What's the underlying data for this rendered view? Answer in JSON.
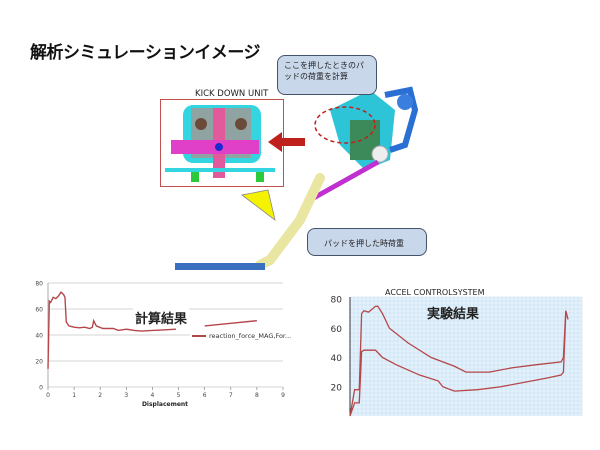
{
  "slide_title": "解析シミュレーションイメージ",
  "diagram": {
    "unit_label": "KICK DOWN UNIT",
    "callout_top": "ここを押したときのパッドの荷重を計算",
    "callout_bottom": "パッドを押した時荷重"
  },
  "colors": {
    "curve": "#b5474a",
    "callout_fill": "#c9d7ea",
    "unit_border": "#c0504d",
    "arrow_red": "#c0201c",
    "arrow_yellow": "#f5f200"
  },
  "chart_data": [
    {
      "type": "line",
      "title": "計算結果",
      "xlabel": "Displacement",
      "ylabel": "",
      "xlim": [
        0,
        9
      ],
      "ylim": [
        0,
        80
      ],
      "xticks": [
        "0",
        "1",
        "2",
        "3",
        "4",
        "5",
        "6",
        "7",
        "8",
        "9"
      ],
      "yticks": [
        "0",
        "20",
        "40",
        "60",
        "80"
      ],
      "grid": "horizontal",
      "legend": "right",
      "series": [
        {
          "name": "reaction_force_MAG,For...",
          "segments": [
            [
              [
                0,
                14
              ],
              [
                0.05,
                66
              ],
              [
                0.1,
                65
              ],
              [
                0.2,
                69
              ],
              [
                0.3,
                68
              ],
              [
                0.4,
                70
              ],
              [
                0.5,
                73
              ],
              [
                0.6,
                71
              ],
              [
                0.65,
                69
              ],
              [
                0.7,
                50
              ],
              [
                0.8,
                47
              ],
              [
                1,
                46
              ],
              [
                1.2,
                45.5
              ],
              [
                1.4,
                46
              ],
              [
                1.6,
                45
              ],
              [
                1.7,
                46
              ],
              [
                1.75,
                51
              ],
              [
                1.85,
                47
              ],
              [
                2.1,
                45
              ],
              [
                2.5,
                45
              ],
              [
                2.7,
                43.5
              ],
              [
                3,
                44.5
              ],
              [
                3.3,
                43.5
              ],
              [
                3.6,
                43
              ],
              [
                4,
                43.5
              ],
              [
                4.5,
                44
              ],
              [
                4.9,
                44.5
              ]
            ],
            [
              [
                6,
                47
              ],
              [
                7,
                49
              ],
              [
                8,
                51
              ]
            ]
          ]
        }
      ]
    },
    {
      "type": "line",
      "title": "実験結果",
      "header": "ACCEL CONTROLSYSTEM",
      "ylim": [
        0,
        80
      ],
      "yticks": [
        "20",
        "40",
        "60",
        "80"
      ],
      "grid": "fine",
      "series": [
        {
          "values": [
            [
              0,
              0
            ],
            [
              2,
              18
            ],
            [
              4,
              18
            ],
            [
              5,
              70
            ],
            [
              6,
              72
            ],
            [
              8,
              71
            ],
            [
              11,
              75
            ],
            [
              12,
              75
            ],
            [
              14,
              70
            ],
            [
              17,
              60
            ],
            [
              25,
              50
            ],
            [
              35,
              40
            ],
            [
              45,
              34
            ],
            [
              50,
              30
            ],
            [
              60,
              30
            ],
            [
              70,
              33
            ],
            [
              80,
              35
            ],
            [
              91,
              37
            ],
            [
              92,
              40
            ],
            [
              93,
              72
            ],
            [
              94,
              66
            ]
          ]
        },
        {
          "values": [
            [
              0,
              0
            ],
            [
              2,
              9
            ],
            [
              4,
              9
            ],
            [
              5,
              44
            ],
            [
              6,
              45
            ],
            [
              11,
              45
            ],
            [
              14,
              40
            ],
            [
              20,
              35
            ],
            [
              30,
              28
            ],
            [
              38,
              24
            ],
            [
              40,
              20
            ],
            [
              45,
              17
            ],
            [
              55,
              18
            ],
            [
              65,
              20
            ],
            [
              75,
              23
            ],
            [
              85,
              26
            ],
            [
              91,
              28
            ],
            [
              92,
              30
            ],
            [
              93,
              70
            ]
          ]
        }
      ]
    }
  ]
}
